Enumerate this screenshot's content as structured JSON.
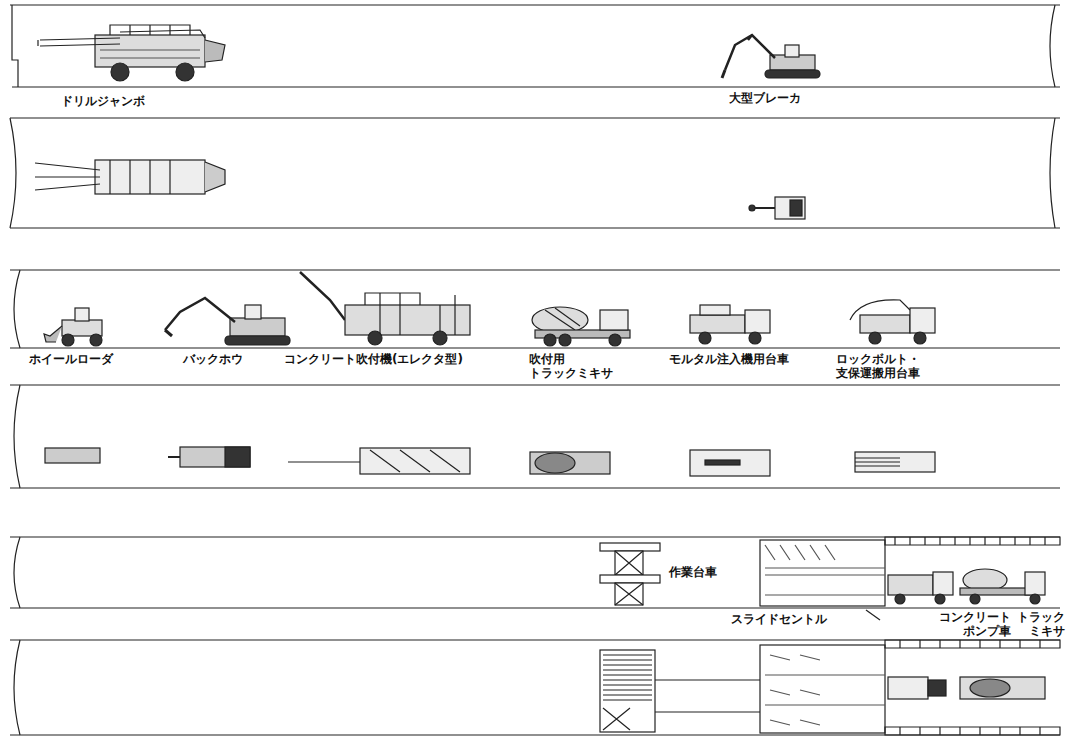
{
  "diagram": {
    "labels": [
      "ドリルジャンボ",
      "大型ブレーカ",
      "ホイールローダ",
      "バックホウ",
      "コンクリート吹付機(エレクタ型)",
      "吹付用 トラックミキサ",
      "モルタル注入機用台車",
      "ロックボルト・ 支保運搬用台車",
      "作業台車",
      "スライドセントル",
      "コンクリート ポンプ車",
      "トラック ミキサ"
    ]
  }
}
